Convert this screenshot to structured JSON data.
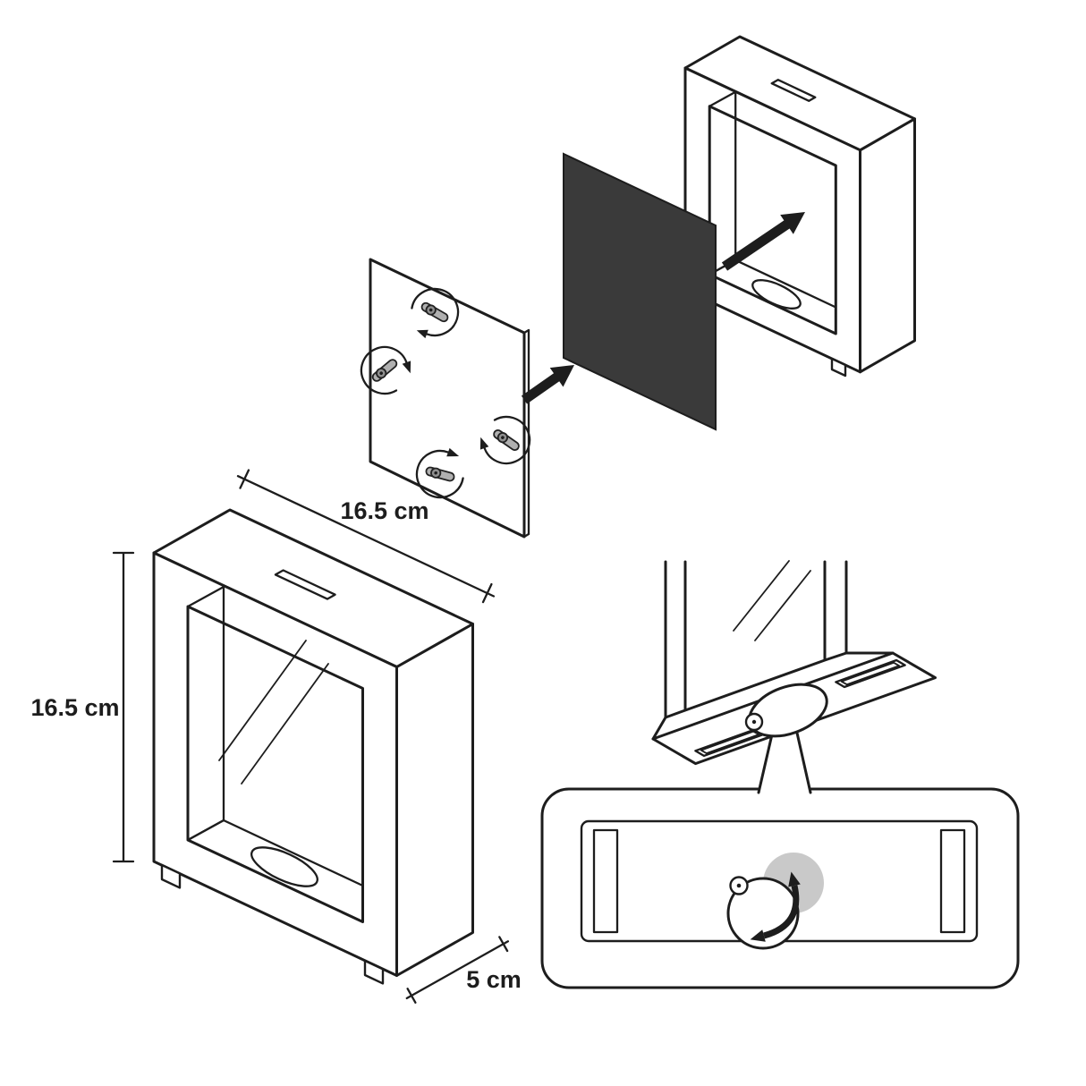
{
  "dimensions": {
    "top_width": "16.5 cm",
    "side_height": "16.5 cm",
    "depth": "5 cm"
  },
  "colors": {
    "background": "#ffffff",
    "line": "#1d1d1d",
    "photo_panel": "#3a3a3a",
    "clip_metal": "#b0b0b0",
    "lock_disc": "#c9c9c9"
  },
  "icons": {
    "insert_arrow": "solid-arrow-pointing-into-frame",
    "attach_arrow": "solid-arrow-panel-to-photo",
    "clip_rotation_arrow": "circular-rotation-arrow",
    "lock_rotation_arrow": "double-headed-curved-arrow"
  }
}
